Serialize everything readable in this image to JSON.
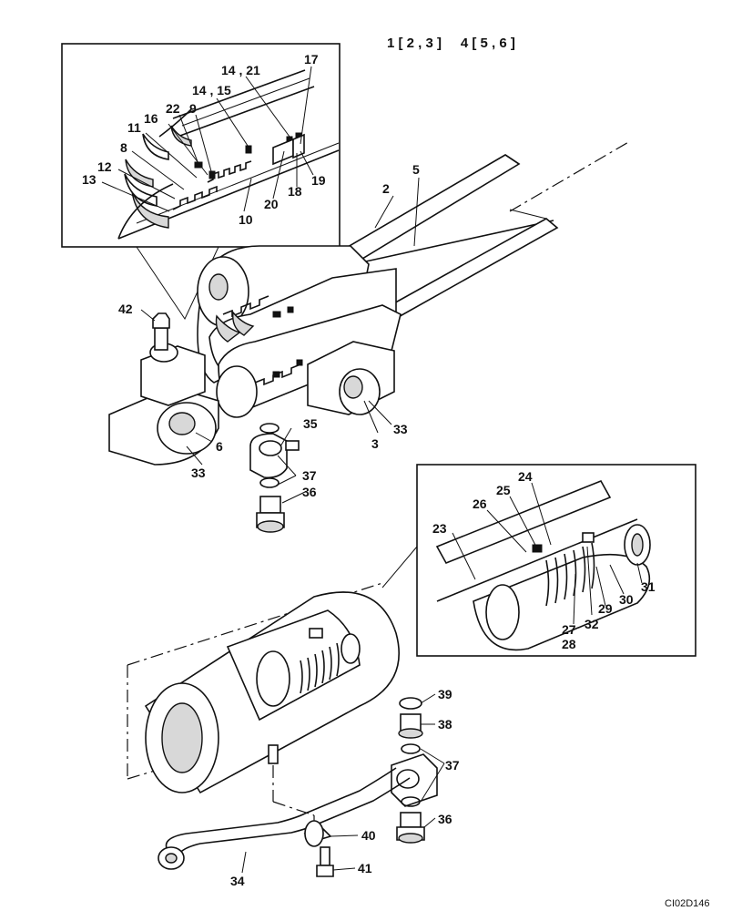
{
  "header": "1 [ 2 , 3 ]     4 [ 5 , 6 ]",
  "figure_code": "CI02D146",
  "labels": [
    {
      "id": "l17a",
      "text": "17"
    },
    {
      "id": "l1421",
      "text": "14 , 21"
    },
    {
      "id": "l1415",
      "text": "14 , 15"
    },
    {
      "id": "l22",
      "text": "22"
    },
    {
      "id": "l9",
      "text": "9"
    },
    {
      "id": "l16",
      "text": "16"
    },
    {
      "id": "l11",
      "text": "11"
    },
    {
      "id": "l8",
      "text": "8"
    },
    {
      "id": "l12",
      "text": "12"
    },
    {
      "id": "l13",
      "text": "13"
    },
    {
      "id": "l10",
      "text": "10"
    },
    {
      "id": "l20",
      "text": "20"
    },
    {
      "id": "l18",
      "text": "18"
    },
    {
      "id": "l19",
      "text": "19"
    },
    {
      "id": "l2",
      "text": "2"
    },
    {
      "id": "l5",
      "text": "5"
    },
    {
      "id": "l42",
      "text": "42"
    },
    {
      "id": "l35",
      "text": "35"
    },
    {
      "id": "l6",
      "text": "6"
    },
    {
      "id": "l3",
      "text": "3"
    },
    {
      "id": "l33a",
      "text": "33"
    },
    {
      "id": "l33b",
      "text": "33"
    },
    {
      "id": "l37a",
      "text": "37"
    },
    {
      "id": "l36a",
      "text": "36"
    },
    {
      "id": "l24",
      "text": "24"
    },
    {
      "id": "l25",
      "text": "25"
    },
    {
      "id": "l26",
      "text": "26"
    },
    {
      "id": "l23",
      "text": "23"
    },
    {
      "id": "l31",
      "text": "31"
    },
    {
      "id": "l30",
      "text": "30"
    },
    {
      "id": "l29",
      "text": "29"
    },
    {
      "id": "l32",
      "text": "32"
    },
    {
      "id": "l27",
      "text": "27"
    },
    {
      "id": "l28",
      "text": "28"
    },
    {
      "id": "l39",
      "text": "39"
    },
    {
      "id": "l38",
      "text": "38"
    },
    {
      "id": "l37b",
      "text": "37"
    },
    {
      "id": "l36b",
      "text": "36"
    },
    {
      "id": "l40",
      "text": "40"
    },
    {
      "id": "l41",
      "text": "41"
    },
    {
      "id": "l34",
      "text": "34"
    }
  ]
}
